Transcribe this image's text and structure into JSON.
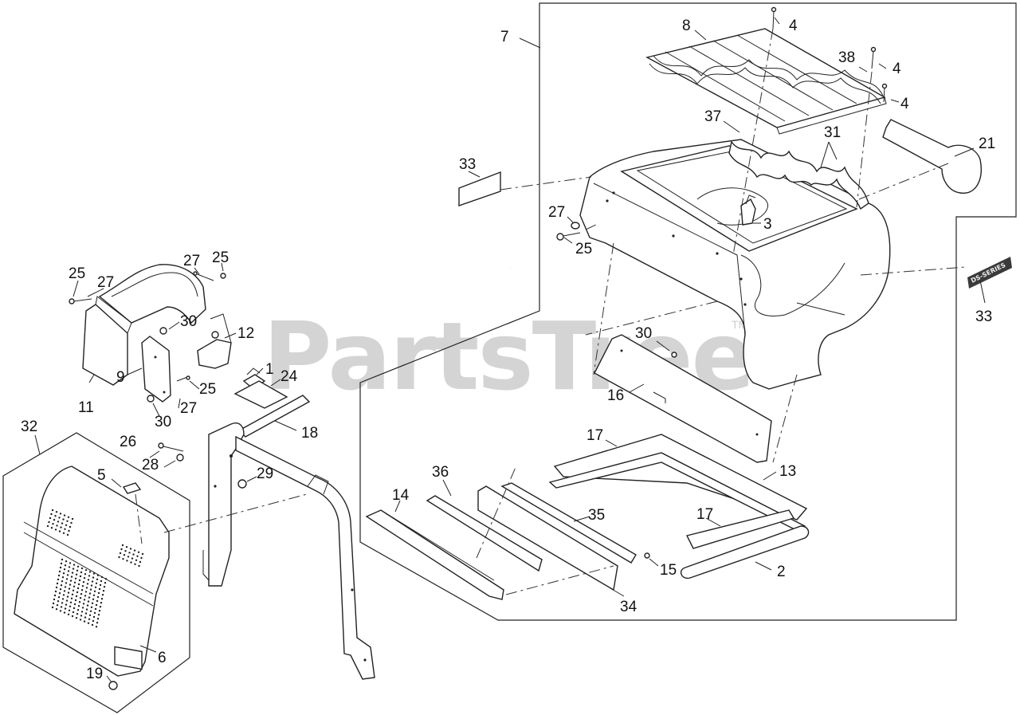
{
  "watermark": {
    "text": "PartsTree",
    "trademark": "TM"
  },
  "decal_text": "DS-SERIES",
  "callouts": {
    "c1": "1",
    "c2": "2",
    "c3": "3",
    "c4a": "4",
    "c4b": "4",
    "c4c": "4",
    "c5": "5",
    "c6": "6",
    "c7": "7",
    "c8": "8",
    "c9": "9",
    "c11": "11",
    "c12": "12",
    "c13": "13",
    "c14": "14",
    "c15": "15",
    "c16": "16",
    "c17a": "17",
    "c17b": "17",
    "c18": "18",
    "c19": "19",
    "c21": "21",
    "c24": "24",
    "c25a": "25",
    "c25b": "25",
    "c25c": "25",
    "c25d": "25",
    "c26": "26",
    "c27a": "27",
    "c27b": "27",
    "c27c": "27",
    "c27d": "27",
    "c28": "28",
    "c29": "29",
    "c30a": "30",
    "c30b": "30",
    "c30c": "30",
    "c31": "31",
    "c32": "32",
    "c33a": "33",
    "c33b": "33",
    "c34": "34",
    "c35": "35",
    "c36": "36",
    "c37": "37",
    "c38": "38"
  }
}
